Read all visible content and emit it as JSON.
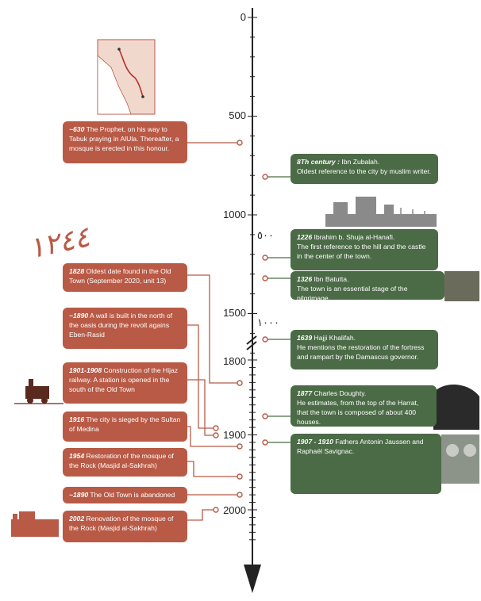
{
  "axis": {
    "labels_upper": [
      "0",
      "500",
      "1000",
      "1500"
    ],
    "labels_lower": [
      "1800",
      "1900",
      "2000"
    ],
    "hijri_labels": [
      "٥٠٠",
      "١٠٠٠"
    ]
  },
  "calligraphy_text": "١٢٤٤",
  "events_left": [
    {
      "year": "~630",
      "text": " The Prophet, on his way to Tabuk praying in AlUla. Thereafter, a mosque is erected in this honour."
    },
    {
      "year": "1828",
      "text": " Oldest date found in the Old Town (September 2020, unit 13)"
    },
    {
      "year": "~1890",
      "text": " A wall is built in the north of the oasis during the revolt agains Eben-Rasid"
    },
    {
      "year": "1901-1908",
      "text": " Construction of the Hijaz railway. A station is opened in the south of the Old Town"
    },
    {
      "year": "1916",
      "text": " The city is sieged by the Sultan of Medina"
    },
    {
      "year": "1954",
      "text": " Restoration of the mosque of the Rock (Masjid al-Sakhrah)"
    },
    {
      "year": "~1890",
      "text": " The Old Town is abandoned"
    },
    {
      "year": "2002",
      "text": " Renovation of the mosque of the Rock (Masjid al-Sakhrah)"
    }
  ],
  "events_right": [
    {
      "year": "8Th century :",
      "text": " Ibn Zubalah.",
      "line2": "Oldest reference to the city by muslim writer."
    },
    {
      "year": "1226",
      "text": " Ibrahim b. Shuja al-Hanafi.",
      "line2": "The first reference to the hill and the castle in the center of the town."
    },
    {
      "year": "1326",
      "text": " Ibn Batutta.",
      "line2": "The town is an essential stage of the pilgrimage."
    },
    {
      "year": "1639",
      "text": " Hajji Khalifah.",
      "line2": "He mentions the restoration of the fortress and rampart by the Damascus governor."
    },
    {
      "year": "1877",
      "text": " Charles Doughty.",
      "line2": "He estimates, from the top of the Harrat, that the town is composed of about 400 houses."
    },
    {
      "year": "1907 - 1910",
      "text": " Fathers Antonin Jaussen and Raphaël Savignac.",
      "line2": ""
    }
  ],
  "colors": {
    "red": "#b85a46",
    "green": "#4b6a46",
    "axis": "#222222"
  }
}
